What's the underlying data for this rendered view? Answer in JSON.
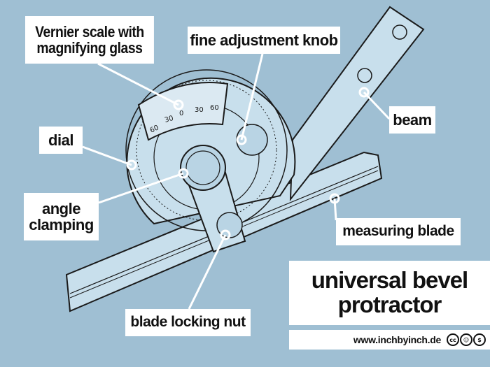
{
  "diagram": {
    "title_line1": "universal bevel",
    "title_line2": "protractor",
    "website": "www.inchbyinch.de",
    "license_icons": [
      "cc-icon",
      "attribution-icon",
      "noncommercial-icon"
    ],
    "license_glyphs": [
      "cc",
      "☺",
      "$"
    ],
    "colors": {
      "background": "#9fbfd3",
      "label_bg": "#ffffff",
      "tool_fill": "#c8dfec",
      "outline": "#1a1a1a",
      "leader_line": "#ffffff"
    },
    "labels": {
      "vernier_line1": "Vernier scale with",
      "vernier_line2": "magnifying glass",
      "fine_adjustment_knob": "fine adjustment knob",
      "dial": "dial",
      "beam": "beam",
      "angle_line1": "angle",
      "angle_line2": "clamping",
      "measuring_blade": "measuring blade",
      "blade_locking_nut": "blade locking nut"
    },
    "vernier_scale_numbers": [
      "60",
      "30",
      "0",
      "30",
      "60"
    ]
  }
}
